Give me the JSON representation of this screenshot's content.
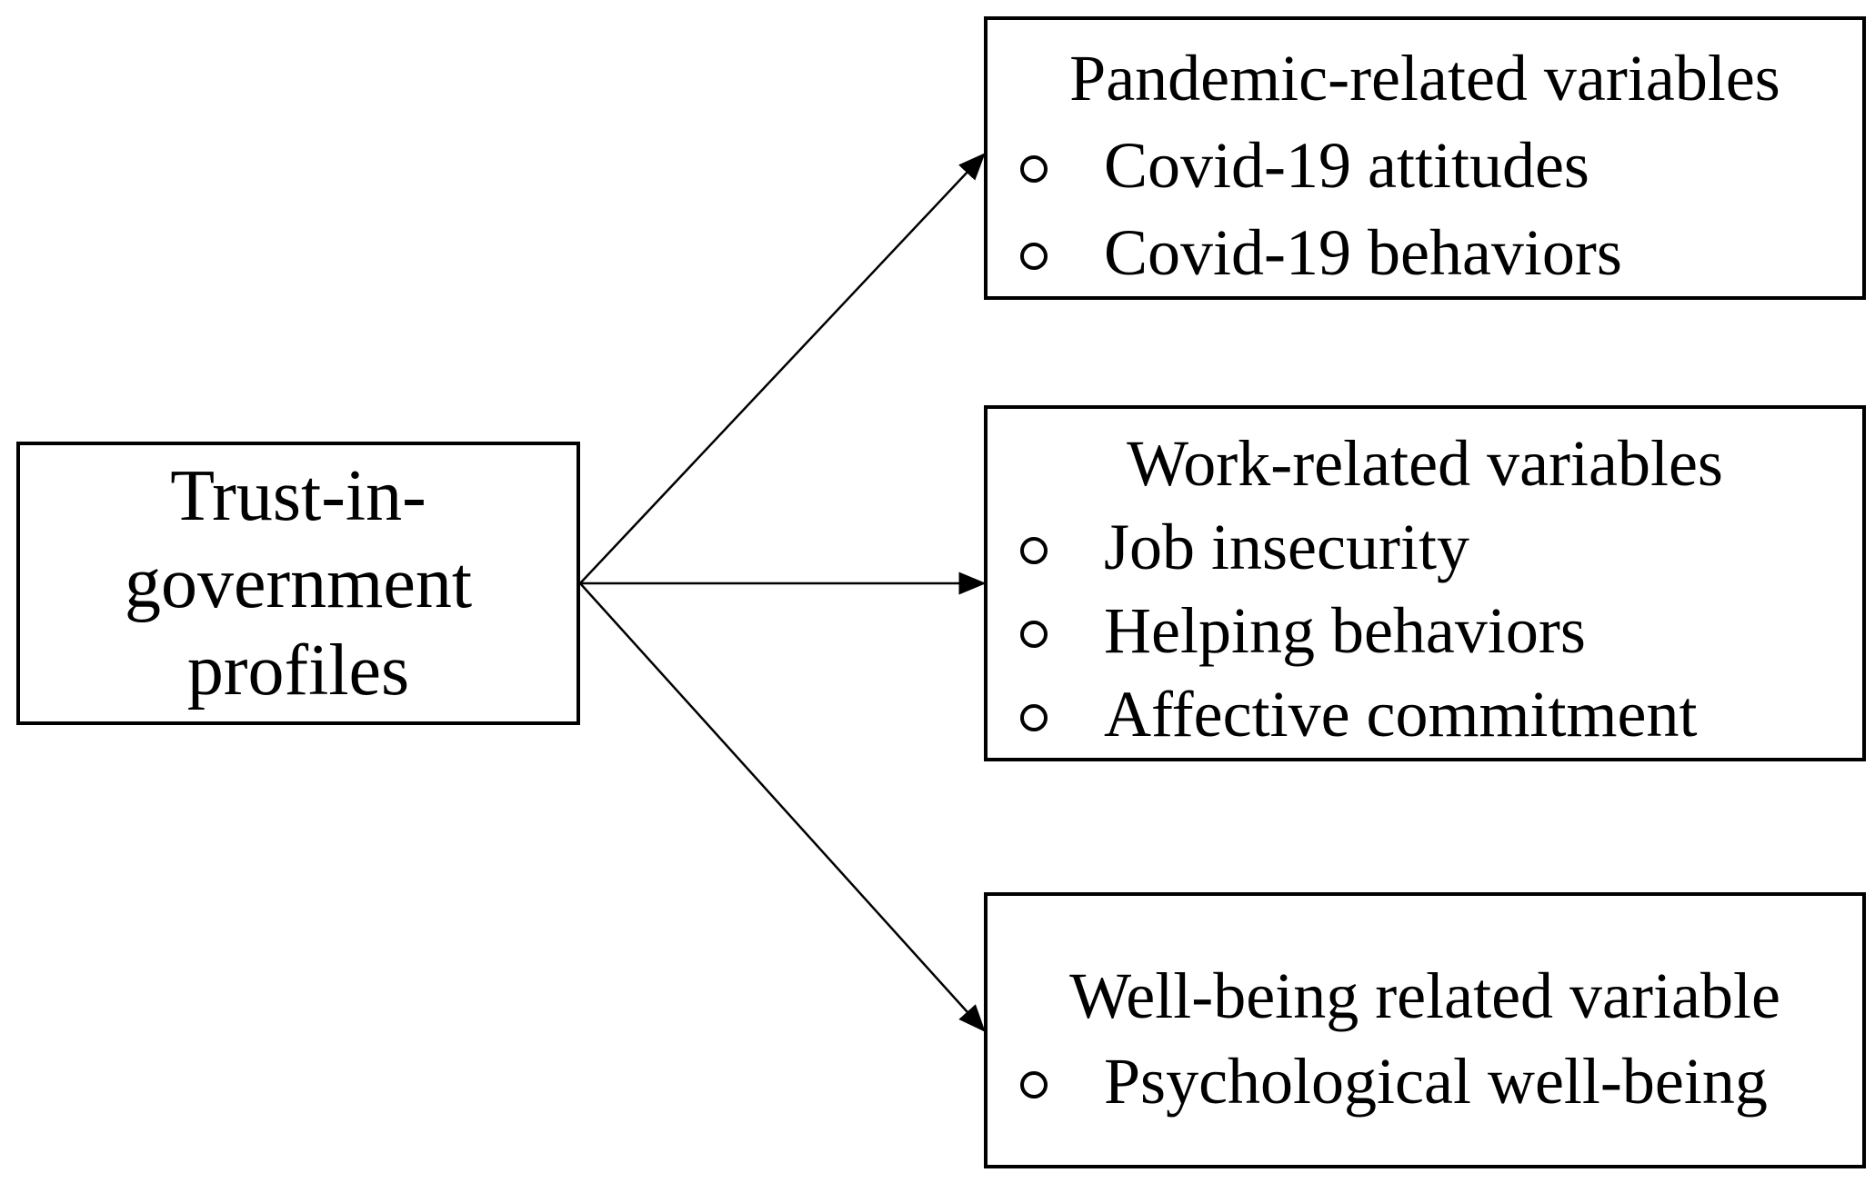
{
  "source": {
    "lines": [
      "Trust-in-",
      "government",
      "profiles"
    ]
  },
  "targets": [
    {
      "title": "Pandemic-related variables",
      "items": [
        "Covid-19 attitudes",
        "Covid-19 behaviors"
      ]
    },
    {
      "title": "Work-related variables",
      "items": [
        "Job insecurity",
        "Helping behaviors",
        "Affective commitment"
      ]
    },
    {
      "title": "Well-being related variable",
      "items": [
        "Psychological well-being"
      ]
    }
  ]
}
